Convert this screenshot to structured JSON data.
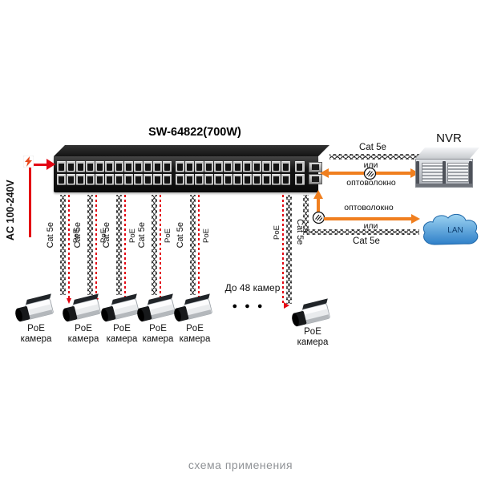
{
  "title": "SW-64822(700W)",
  "caption": "схема применения",
  "power_label": "AC 100-240V",
  "labels": {
    "cat5e": "Cat 5e",
    "poe": "PoE",
    "or": "или",
    "fiber": "оптоволокно"
  },
  "camera_label": {
    "line1": "PoE",
    "line2": "камера"
  },
  "note": {
    "text": "До 48 камер",
    "dots": "● ● ●"
  },
  "nvr_label": "NVR",
  "lan_label": "LAN",
  "colors": {
    "orange": "#f07f1f",
    "red": "#e30613",
    "gray_caption": "#8f9296",
    "cloud_stroke": "#1d66a8"
  }
}
